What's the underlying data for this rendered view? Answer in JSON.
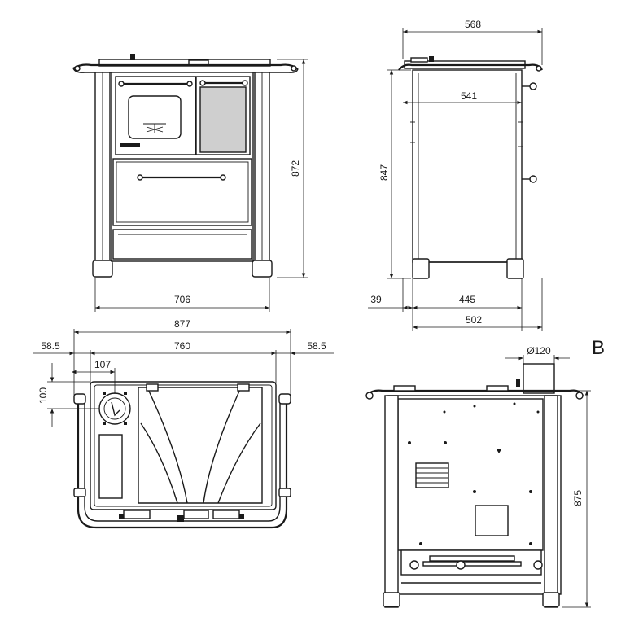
{
  "views": {
    "front": {
      "width": "706",
      "height": "872"
    },
    "side": {
      "width_top": "568",
      "inner_depth": "541",
      "height": "847",
      "offset": "39",
      "depth": "445",
      "depth_total": "502"
    },
    "top": {
      "overall": "877",
      "body": "760",
      "left_margin": "58.5",
      "right_margin": "58.5",
      "flue_offset_x": "107",
      "flue_offset_y": "100"
    },
    "rear": {
      "label": "B",
      "flue_diameter": "Ø120",
      "height": "875"
    }
  }
}
